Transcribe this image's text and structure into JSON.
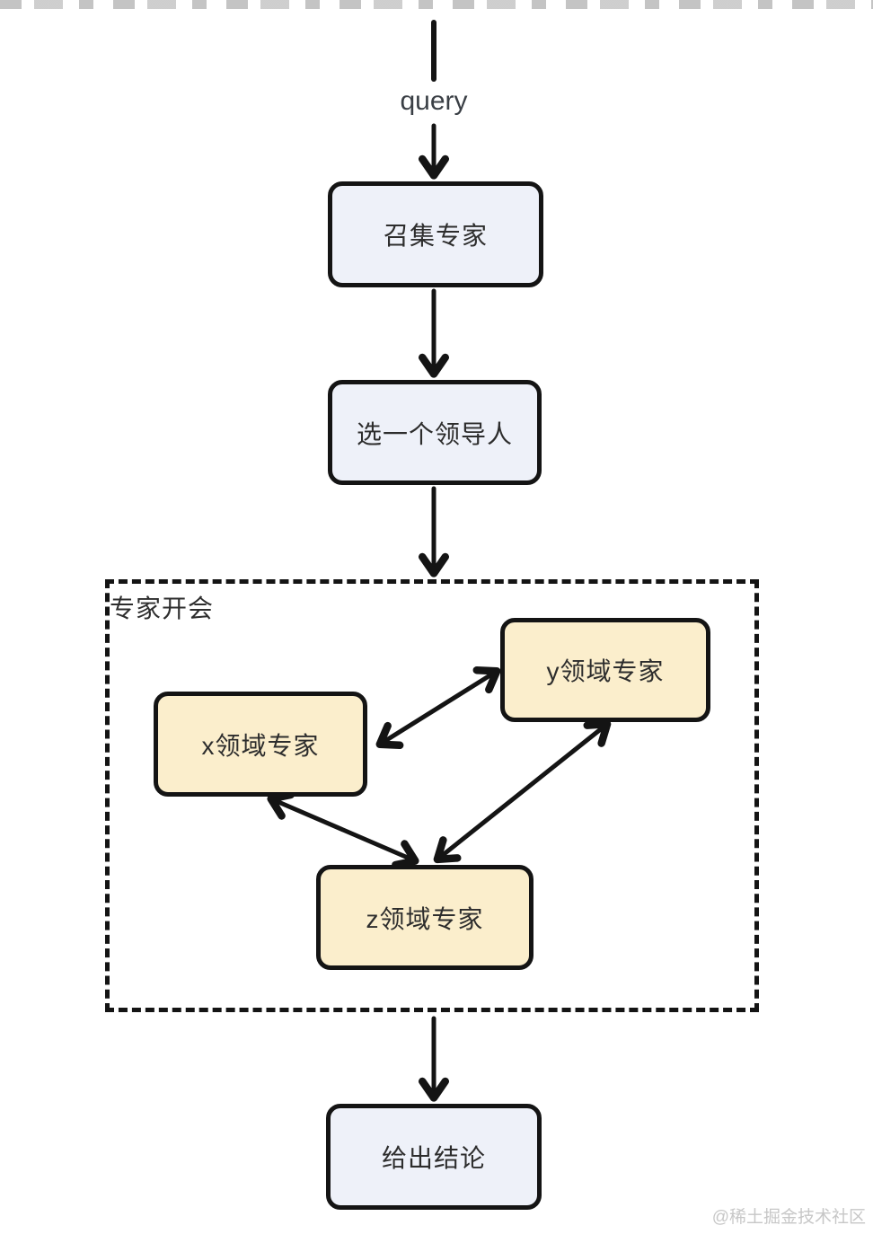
{
  "diagram": {
    "input_label": "query",
    "group_label": "专家开会",
    "nodes": [
      {
        "id": "convene",
        "label": "召集专家",
        "kind": "step"
      },
      {
        "id": "pick-leader",
        "label": "选一个领导人",
        "kind": "step"
      },
      {
        "id": "expert-y",
        "label": "y领域专家",
        "kind": "expert"
      },
      {
        "id": "expert-x",
        "label": "x领域专家",
        "kind": "expert"
      },
      {
        "id": "expert-z",
        "label": "z领域专家",
        "kind": "expert"
      },
      {
        "id": "conclusion",
        "label": "给出结论",
        "kind": "step"
      }
    ],
    "edges": [
      {
        "from": "query",
        "to": "convene",
        "bidirectional": false
      },
      {
        "from": "convene",
        "to": "pick-leader",
        "bidirectional": false
      },
      {
        "from": "pick-leader",
        "to": "专家开会",
        "bidirectional": false
      },
      {
        "from": "expert-x",
        "to": "expert-y",
        "bidirectional": true
      },
      {
        "from": "expert-x",
        "to": "expert-z",
        "bidirectional": true
      },
      {
        "from": "expert-y",
        "to": "expert-z",
        "bidirectional": true
      },
      {
        "from": "专家开会",
        "to": "conclusion",
        "bidirectional": false
      }
    ],
    "colors": {
      "step_fill": "#EEF1F9",
      "expert_fill": "#FBEECC",
      "stroke": "#141414",
      "text": "#2D2D2D",
      "watermark": "#C7C7C7"
    }
  },
  "watermark": {
    "label": "@稀土掘金技术社区"
  }
}
